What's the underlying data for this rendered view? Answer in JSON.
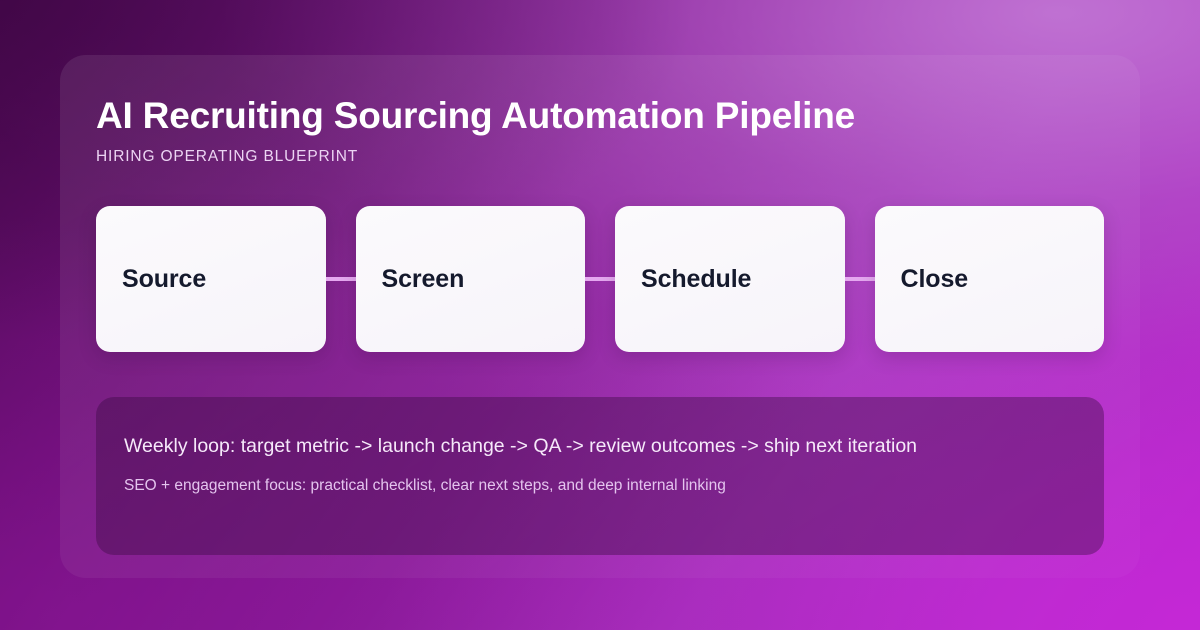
{
  "theme": {
    "bg_top_left": "#4d0a52",
    "bg_top_right": "#b363c8",
    "bg_bottom_left": "#84148f",
    "bg_bottom_right": "#bd27d0",
    "card_fill": "#f9f7fb",
    "card_text": "#151a2d",
    "connector": "#e5a8f0",
    "note_panel": "#3a0a40"
  },
  "header": {
    "title": "AI Recruiting Sourcing Automation Pipeline",
    "subtitle": "HIRING OPERATING BLUEPRINT"
  },
  "pipeline": {
    "stages": [
      {
        "label": "Source"
      },
      {
        "label": "Screen"
      },
      {
        "label": "Schedule"
      },
      {
        "label": "Close"
      }
    ]
  },
  "note": {
    "primary": "Weekly loop: target metric -> launch change -> QA -> review outcomes -> ship next iteration",
    "secondary": "SEO + engagement focus: practical checklist, clear next steps, and deep internal linking"
  }
}
